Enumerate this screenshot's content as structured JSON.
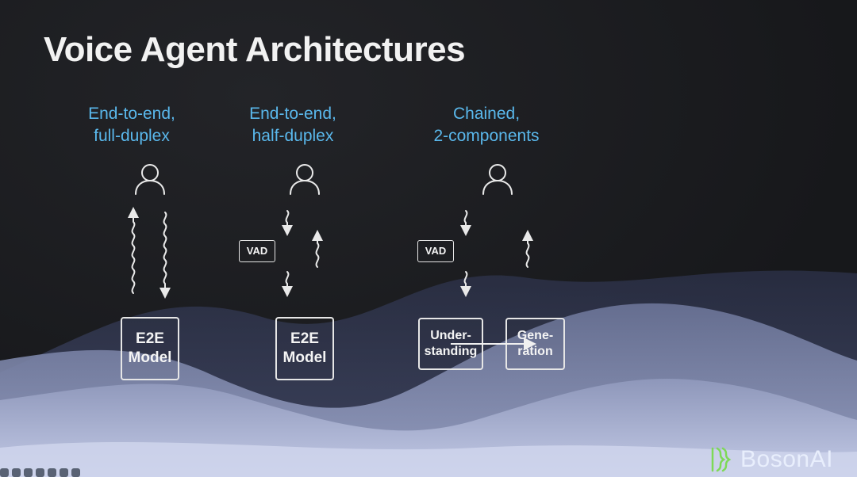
{
  "slide": {
    "title": "Voice Agent Architectures"
  },
  "columns": [
    {
      "heading_line1": "End-to-end,",
      "heading_line2": "full-duplex",
      "model_line1": "E2E",
      "model_line2": "Model"
    },
    {
      "heading_line1": "End-to-end,",
      "heading_line2": "half-duplex",
      "vad_label": "VAD",
      "model_line1": "E2E",
      "model_line2": "Model"
    },
    {
      "heading_line1": "Chained,",
      "heading_line2": "2-components",
      "vad_label": "VAD",
      "understanding_line1": "Under-",
      "understanding_line2": "standing",
      "generation_line1": "Gene-",
      "generation_line2": "ration"
    }
  ],
  "logo": {
    "text": "BosonAI"
  },
  "colors": {
    "heading": "#5ab8ec",
    "background": "#1b1c1f",
    "wave_light": "#b9c2e0",
    "wave_mid": "#7f88ac",
    "wave_dark": "#3d4462"
  },
  "icons": [
    "user-icon",
    "squiggle-arrow-up-icon",
    "squiggle-arrow-down-icon",
    "arrow-right-icon",
    "boson-logo-icon"
  ]
}
